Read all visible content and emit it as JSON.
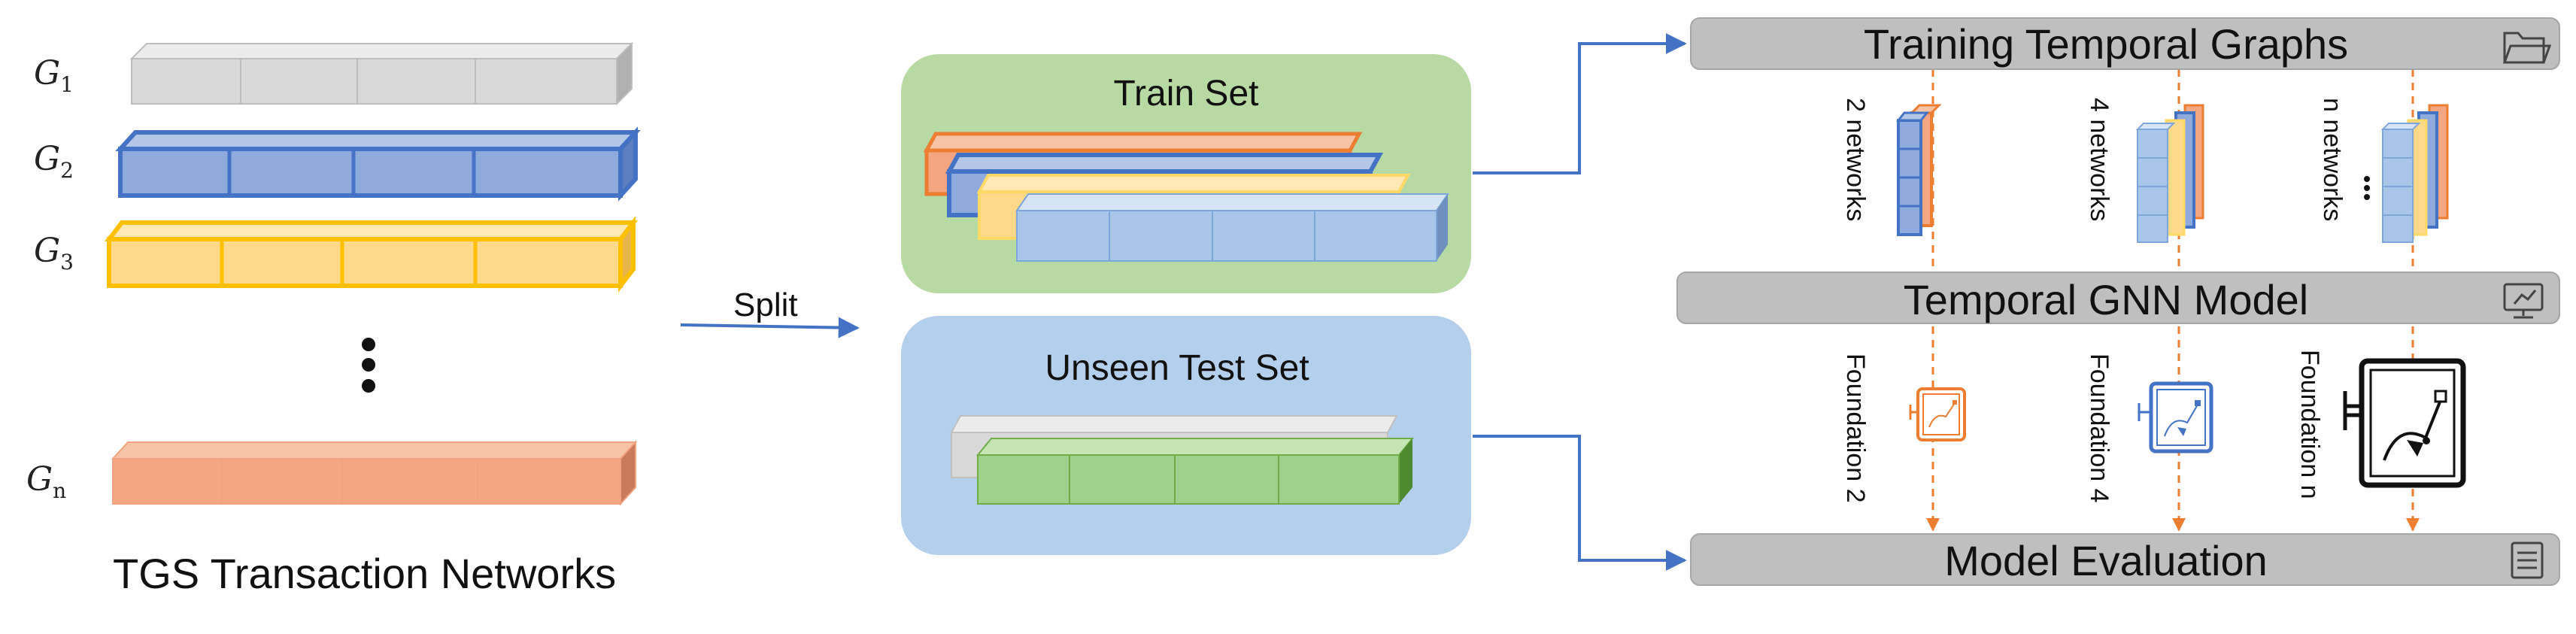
{
  "networks": {
    "labels": [
      {
        "base": "G",
        "sub": "1"
      },
      {
        "base": "G",
        "sub": "2"
      },
      {
        "base": "G",
        "sub": "3"
      },
      {
        "base": "G",
        "sub": "n"
      }
    ],
    "ellipsis": "⋮",
    "caption": "TGS Transaction Networks",
    "colors": {
      "gray": "#d9d9d9",
      "blue": "#8faadc",
      "yellow": "#ffd98a",
      "orange": "#f4a582",
      "green": "#9fd18b"
    }
  },
  "split": {
    "label": "Split"
  },
  "train_set": {
    "title": "Train Set",
    "bg": "#b7d9a4"
  },
  "test_set": {
    "title": "Unseen Test Set",
    "bg": "#b4cfec"
  },
  "pipeline": {
    "training_graphs": {
      "title": "Training Temporal Graphs",
      "icon": "folder-icon"
    },
    "gnn_model": {
      "title": "Temporal GNN Model",
      "icon": "monitor-icon"
    },
    "evaluation": {
      "title": "Model Evaluation",
      "icon": "checklist-icon"
    },
    "network_groups": [
      "2 networks",
      "4 networks",
      "n networks"
    ],
    "foundations": [
      "Foundation 2",
      "Foundation 4",
      "Foundation n"
    ]
  }
}
